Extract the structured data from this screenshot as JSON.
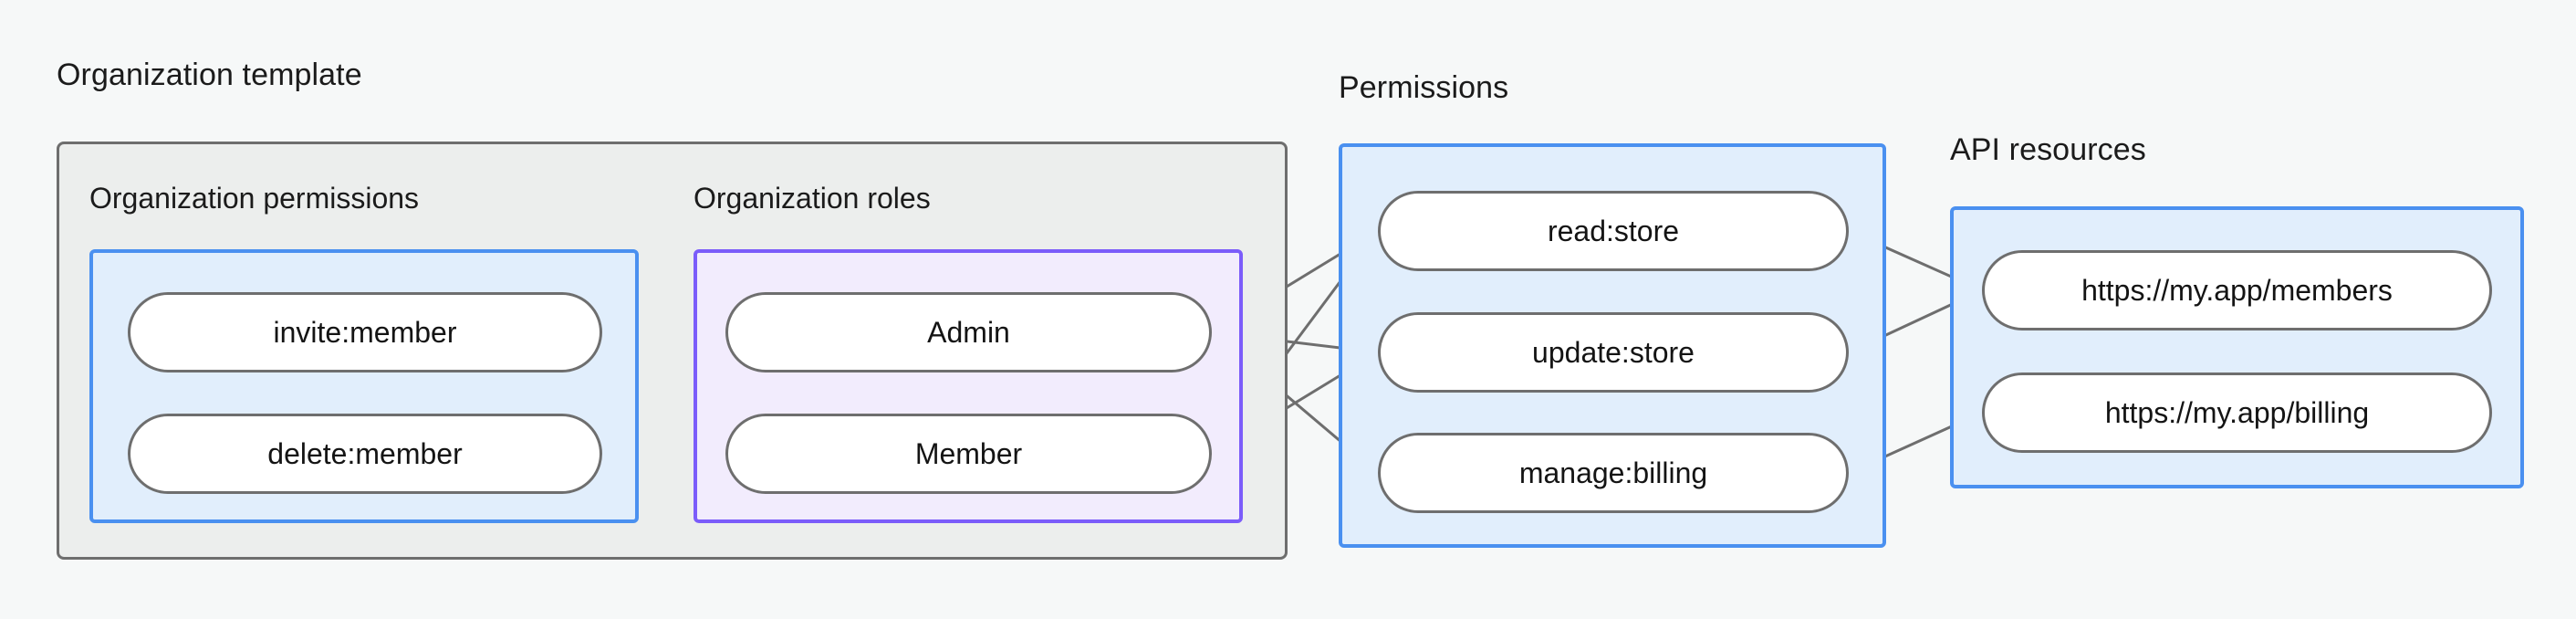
{
  "diagram": {
    "title_org_template": "Organization template",
    "title_permissions": "Permissions",
    "title_api_resources": "API resources",
    "subtitle_org_permissions": "Organization permissions",
    "subtitle_org_roles": "Organization roles",
    "colors": {
      "canvas": "#f6f8f8",
      "outer_box_fill": "#eceeed",
      "outer_box_border": "#6e6e6e",
      "blue_fill": "#e1eefc",
      "blue_border": "#4a90f0",
      "purple_fill": "#f2ecfd",
      "purple_border": "#7b5cfa",
      "node_fill": "#ffffff",
      "node_border": "#6e6e6e",
      "edge": "#6e6e6e",
      "text": "#141414"
    }
  },
  "nodes": {
    "org_permissions": [
      {
        "id": "invite-member",
        "label": "invite:member"
      },
      {
        "id": "delete-member",
        "label": "delete:member"
      }
    ],
    "org_roles": [
      {
        "id": "admin",
        "label": "Admin"
      },
      {
        "id": "member",
        "label": "Member"
      }
    ],
    "permissions": [
      {
        "id": "read-store",
        "label": "read:store"
      },
      {
        "id": "update-store",
        "label": "update:store"
      },
      {
        "id": "manage-billing",
        "label": "manage:billing"
      }
    ],
    "api_resources": [
      {
        "id": "members-url",
        "label": "https://my.app/members"
      },
      {
        "id": "billing-url",
        "label": "https://my.app/billing"
      }
    ]
  },
  "edges": [
    {
      "from": "invite-member",
      "to": "admin"
    },
    {
      "from": "invite-member",
      "to": "member"
    },
    {
      "from": "delete-member",
      "to": "member"
    },
    {
      "from": "admin",
      "to": "read-store"
    },
    {
      "from": "admin",
      "to": "update-store"
    },
    {
      "from": "admin",
      "to": "manage-billing"
    },
    {
      "from": "member",
      "to": "read-store"
    },
    {
      "from": "member",
      "to": "update-store"
    },
    {
      "from": "read-store",
      "to": "members-url"
    },
    {
      "from": "update-store",
      "to": "members-url"
    },
    {
      "from": "manage-billing",
      "to": "billing-url"
    }
  ]
}
